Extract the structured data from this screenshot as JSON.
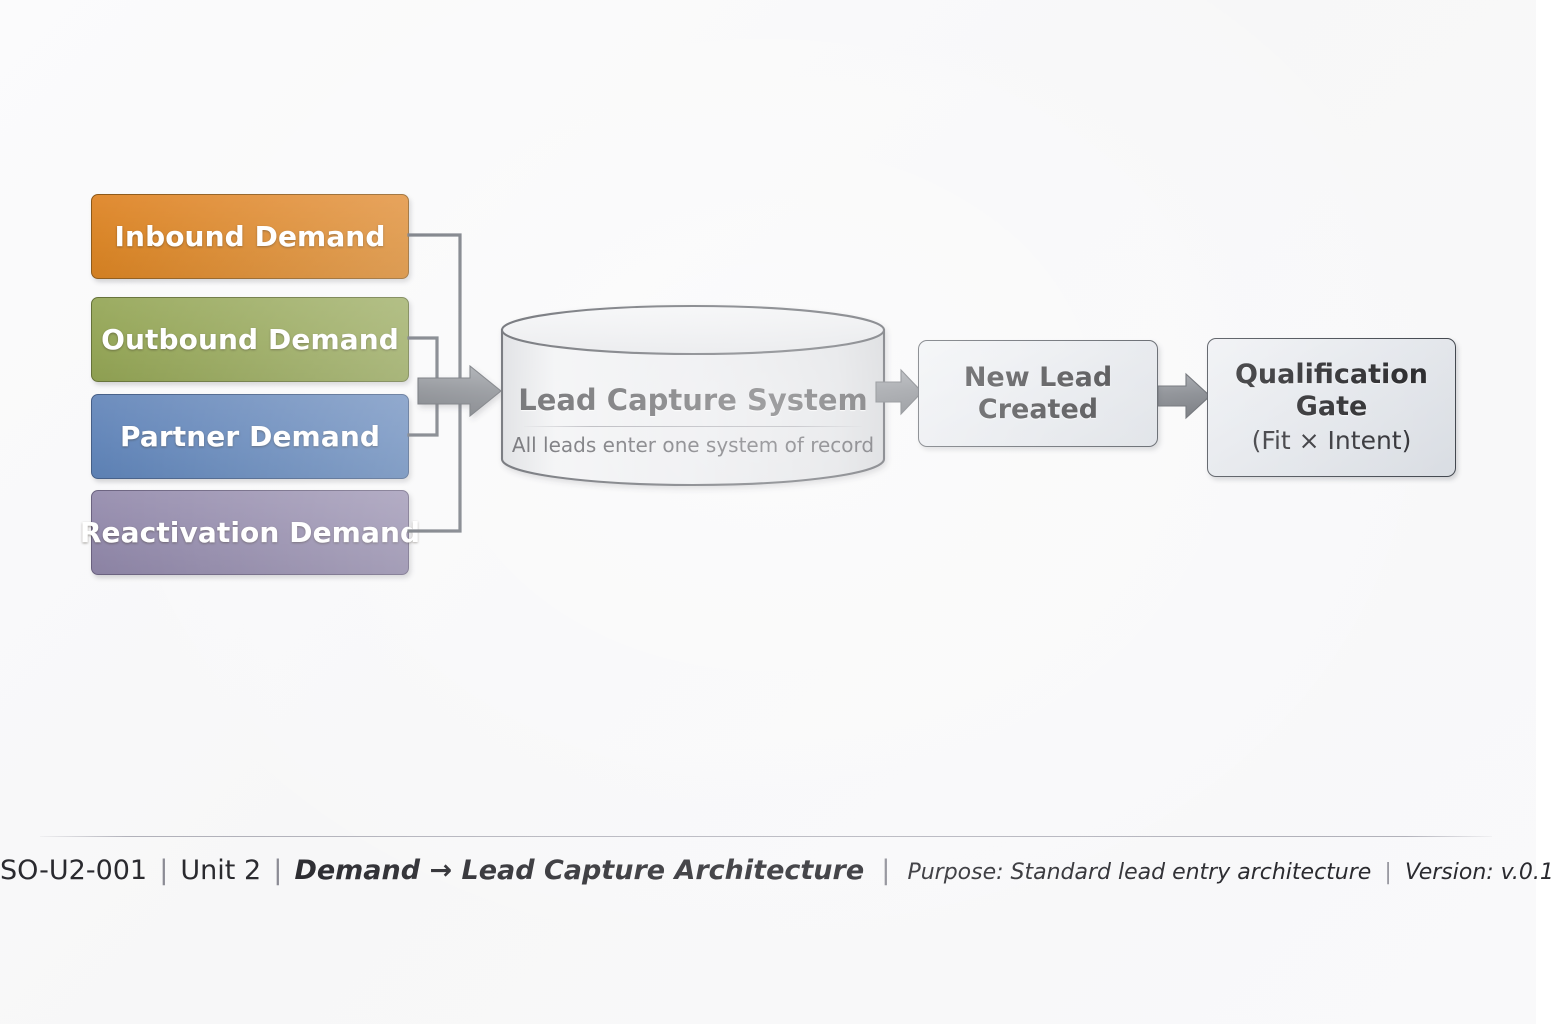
{
  "diagram": {
    "background_color": "#f8f8fa",
    "sources": {
      "items": [
        {
          "label": "Inbound Demand",
          "color": "#d7801f"
        },
        {
          "label": "Outbound Demand",
          "color": "#8ea04e"
        },
        {
          "label": "Partner Demand",
          "color": "#5a7fb5"
        },
        {
          "label": "Reactivation Demand",
          "color": "#8d84a6"
        }
      ]
    },
    "store": {
      "title": "Lead Capture System",
      "subtitle": "All leads enter one system of record",
      "shape": "cylinder",
      "fill_color": "#e3e4e7"
    },
    "steps": [
      {
        "title": "New Lead\nCreated",
        "title_line1": "New Lead",
        "title_line2": "Created",
        "subtitle": ""
      },
      {
        "title": "Qualification\nGate",
        "title_line1": "Qualification",
        "title_line2": "Gate",
        "subtitle": "(Fit × Intent)"
      }
    ],
    "connector_color": "#5b6069",
    "arrow_color": "#6b6f76"
  },
  "footer": {
    "id": "SO-U2-001",
    "sep": "|",
    "unit": "Unit 2",
    "path": "Demand → Lead Capture Architecture",
    "purpose": "Purpose: Standard lead entry architecture",
    "version": "Version: v.0.1"
  }
}
